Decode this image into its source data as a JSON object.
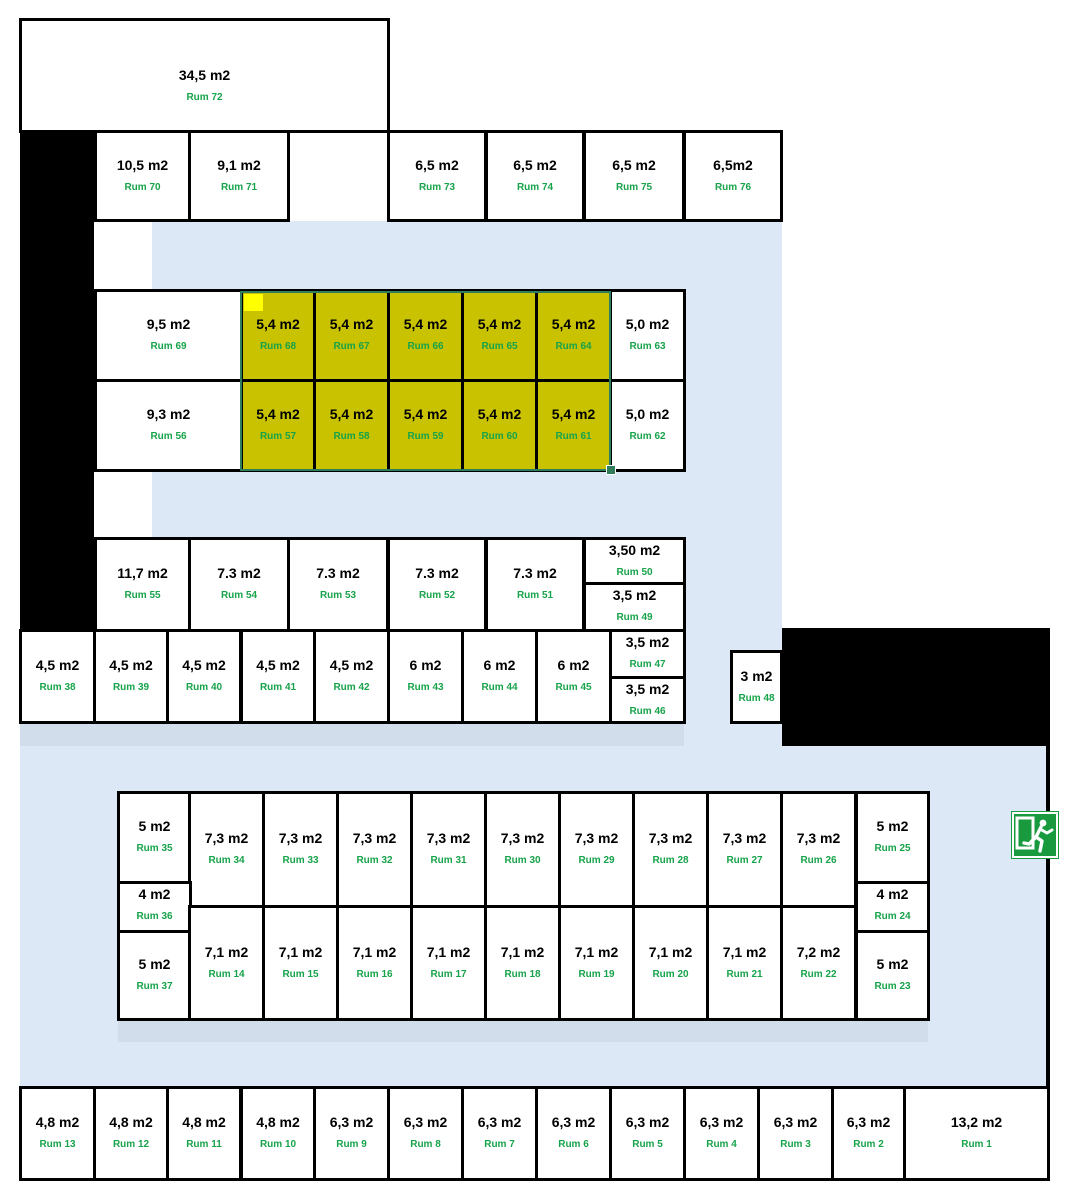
{
  "colors": {
    "corridor": "#dde8f6",
    "wall": "#000000",
    "room_fill": "#ffffff",
    "selected_fill": "#c9c200",
    "area_text": "#000000",
    "label_text": "#17a34a",
    "selection_frame": "#2f7d5a",
    "exit_sign": "#1a9a3f"
  },
  "icons": {
    "exit": "emergency-exit-icon"
  },
  "selection": {
    "rooms": [
      "Rum 68",
      "Rum 67",
      "Rum 66",
      "Rum 65",
      "Rum 64",
      "Rum 57",
      "Rum 58",
      "Rum 59",
      "Rum 60",
      "Rum 61"
    ]
  },
  "rooms": [
    {
      "id": "72",
      "area": "34,5 m2",
      "label": "Rum 72"
    },
    {
      "id": "70",
      "area": "10,5 m2",
      "label": "Rum 70"
    },
    {
      "id": "71",
      "area": "9,1 m2",
      "label": "Rum 71"
    },
    {
      "id": "73",
      "area": "6,5 m2",
      "label": "Rum 73"
    },
    {
      "id": "74",
      "area": "6,5 m2",
      "label": "Rum 74"
    },
    {
      "id": "75",
      "area": "6,5 m2",
      "label": "Rum 75"
    },
    {
      "id": "76",
      "area": "6,5m2",
      "label": "Rum 76"
    },
    {
      "id": "69",
      "area": "9,5 m2",
      "label": "Rum 69"
    },
    {
      "id": "68",
      "area": "5,4 m2",
      "label": "Rum 68",
      "selected": true
    },
    {
      "id": "67",
      "area": "5,4 m2",
      "label": "Rum 67",
      "selected": true
    },
    {
      "id": "66",
      "area": "5,4 m2",
      "label": "Rum 66",
      "selected": true
    },
    {
      "id": "65",
      "area": "5,4 m2",
      "label": "Rum 65",
      "selected": true
    },
    {
      "id": "64",
      "area": "5,4 m2",
      "label": "Rum 64",
      "selected": true
    },
    {
      "id": "63",
      "area": "5,0 m2",
      "label": "Rum 63"
    },
    {
      "id": "56",
      "area": "9,3 m2",
      "label": "Rum 56"
    },
    {
      "id": "57",
      "area": "5,4 m2",
      "label": "Rum 57",
      "selected": true
    },
    {
      "id": "58",
      "area": "5,4 m2",
      "label": "Rum 58",
      "selected": true
    },
    {
      "id": "59",
      "area": "5,4 m2",
      "label": "Rum 59",
      "selected": true
    },
    {
      "id": "60",
      "area": "5,4 m2",
      "label": "Rum 60",
      "selected": true
    },
    {
      "id": "61",
      "area": "5,4 m2",
      "label": "Rum 61",
      "selected": true
    },
    {
      "id": "62",
      "area": "5,0 m2",
      "label": "Rum 62"
    },
    {
      "id": "55",
      "area": "11,7 m2",
      "label": "Rum 55"
    },
    {
      "id": "54",
      "area": "7.3 m2",
      "label": "Rum 54"
    },
    {
      "id": "53",
      "area": "7.3 m2",
      "label": "Rum 53"
    },
    {
      "id": "52",
      "area": "7.3 m2",
      "label": "Rum 52"
    },
    {
      "id": "51",
      "area": "7.3 m2",
      "label": "Rum 51"
    },
    {
      "id": "50",
      "area": "3,50 m2",
      "label": "Rum 50"
    },
    {
      "id": "49",
      "area": "3,5 m2",
      "label": "Rum 49"
    },
    {
      "id": "38",
      "area": "4,5 m2",
      "label": "Rum 38"
    },
    {
      "id": "39",
      "area": "4,5 m2",
      "label": "Rum 39"
    },
    {
      "id": "40",
      "area": "4,5 m2",
      "label": "Rum 40"
    },
    {
      "id": "41",
      "area": "4,5 m2",
      "label": "Rum 41"
    },
    {
      "id": "42",
      "area": "4,5 m2",
      "label": "Rum 42"
    },
    {
      "id": "43",
      "area": "6 m2",
      "label": "Rum 43"
    },
    {
      "id": "44",
      "area": "6 m2",
      "label": "Rum 44"
    },
    {
      "id": "45",
      "area": "6 m2",
      "label": "Rum 45"
    },
    {
      "id": "47",
      "area": "3,5 m2",
      "label": "Rum 47"
    },
    {
      "id": "46",
      "area": "3,5 m2",
      "label": "Rum 46"
    },
    {
      "id": "48",
      "area": "3 m2",
      "label": "Rum 48"
    },
    {
      "id": "35",
      "area": "5 m2",
      "label": "Rum 35"
    },
    {
      "id": "34",
      "area": "7,3 m2",
      "label": "Rum 34"
    },
    {
      "id": "33",
      "area": "7,3 m2",
      "label": "Rum 33"
    },
    {
      "id": "32",
      "area": "7,3 m2",
      "label": "Rum 32"
    },
    {
      "id": "31",
      "area": "7,3 m2",
      "label": "Rum 31"
    },
    {
      "id": "30",
      "area": "7,3 m2",
      "label": "Rum 30"
    },
    {
      "id": "29",
      "area": "7,3 m2",
      "label": "Rum 29"
    },
    {
      "id": "28",
      "area": "7,3 m2",
      "label": "Rum 28"
    },
    {
      "id": "27",
      "area": "7,3 m2",
      "label": "Rum 27"
    },
    {
      "id": "26",
      "area": "7,3 m2",
      "label": "Rum 26"
    },
    {
      "id": "25",
      "area": "5 m2",
      "label": "Rum 25"
    },
    {
      "id": "36",
      "area": "4 m2",
      "label": "Rum 36"
    },
    {
      "id": "24",
      "area": "4 m2",
      "label": "Rum 24"
    },
    {
      "id": "37",
      "area": "5 m2",
      "label": "Rum 37"
    },
    {
      "id": "14",
      "area": "7,1 m2",
      "label": "Rum 14"
    },
    {
      "id": "15",
      "area": "7,1 m2",
      "label": "Rum 15"
    },
    {
      "id": "16",
      "area": "7,1 m2",
      "label": "Rum 16"
    },
    {
      "id": "17",
      "area": "7,1 m2",
      "label": "Rum 17"
    },
    {
      "id": "18",
      "area": "7,1 m2",
      "label": "Rum 18"
    },
    {
      "id": "19",
      "area": "7,1 m2",
      "label": "Rum 19"
    },
    {
      "id": "20",
      "area": "7,1 m2",
      "label": "Rum 20"
    },
    {
      "id": "21",
      "area": "7,1 m2",
      "label": "Rum 21"
    },
    {
      "id": "22",
      "area": "7,2 m2",
      "label": "Rum 22"
    },
    {
      "id": "23",
      "area": "5 m2",
      "label": "Rum 23"
    },
    {
      "id": "13",
      "area": "4,8 m2",
      "label": "Rum 13"
    },
    {
      "id": "12",
      "area": "4,8 m2",
      "label": "Rum 12"
    },
    {
      "id": "11",
      "area": "4,8 m2",
      "label": "Rum 11"
    },
    {
      "id": "10",
      "area": "4,8 m2",
      "label": "Rum 10"
    },
    {
      "id": "9",
      "area": "6,3 m2",
      "label": "Rum 9"
    },
    {
      "id": "8",
      "area": "6,3 m2",
      "label": "Rum 8"
    },
    {
      "id": "7",
      "area": "6,3 m2",
      "label": "Rum 7"
    },
    {
      "id": "6",
      "area": "6,3 m2",
      "label": "Rum 6"
    },
    {
      "id": "5",
      "area": "6,3 m2",
      "label": "Rum 5"
    },
    {
      "id": "4",
      "area": "6,3 m2",
      "label": "Rum 4"
    },
    {
      "id": "3",
      "area": "6,3 m2",
      "label": "Rum 3"
    },
    {
      "id": "2",
      "area": "6,3 m2",
      "label": "Rum 2"
    },
    {
      "id": "1",
      "area": "13,2 m2",
      "label": "Rum 1"
    }
  ]
}
